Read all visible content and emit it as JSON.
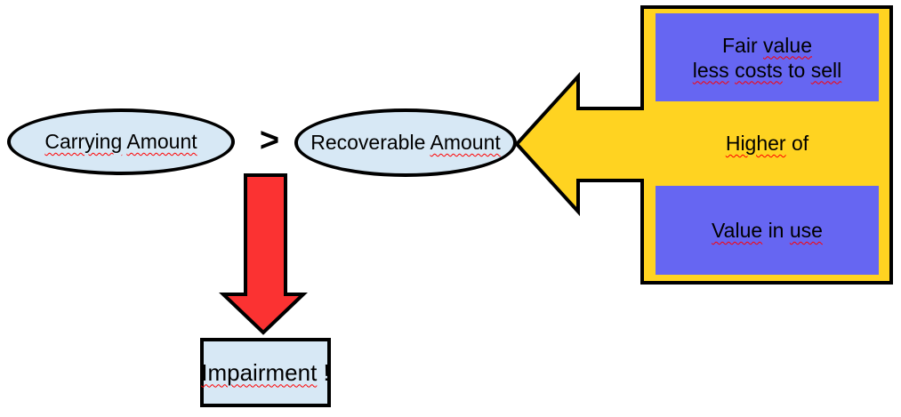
{
  "colors": {
    "background": "#FFFFFF",
    "outline": "#000000",
    "ellipse_fill": "#D7E8F5",
    "yellow": "#FFD321",
    "purple": "#6666F2",
    "red": "#FB3232",
    "squiggle": "#FF0000"
  },
  "nodes": {
    "carrying": {
      "label": {
        "text": "Carrying Amount",
        "squiggles": [
          true,
          true
        ]
      }
    },
    "comparator": ">",
    "recoverable": {
      "label": {
        "text": "Recoverable Amount",
        "squiggles": [
          false,
          true
        ]
      }
    },
    "fair_value": {
      "line1": {
        "text": "Fair value",
        "squiggles": [
          false,
          true
        ]
      },
      "line2": {
        "text": "less costs to sell",
        "squiggles": [
          true,
          true,
          false,
          true
        ]
      }
    },
    "higher_of": {
      "text": "Higher of",
      "squiggles": [
        true,
        false
      ]
    },
    "value_in_use": {
      "text": "Value in use",
      "squiggles": [
        true,
        false,
        true
      ]
    },
    "impairment": {
      "text": "Impairment !",
      "squiggles": [
        true,
        false
      ]
    }
  }
}
